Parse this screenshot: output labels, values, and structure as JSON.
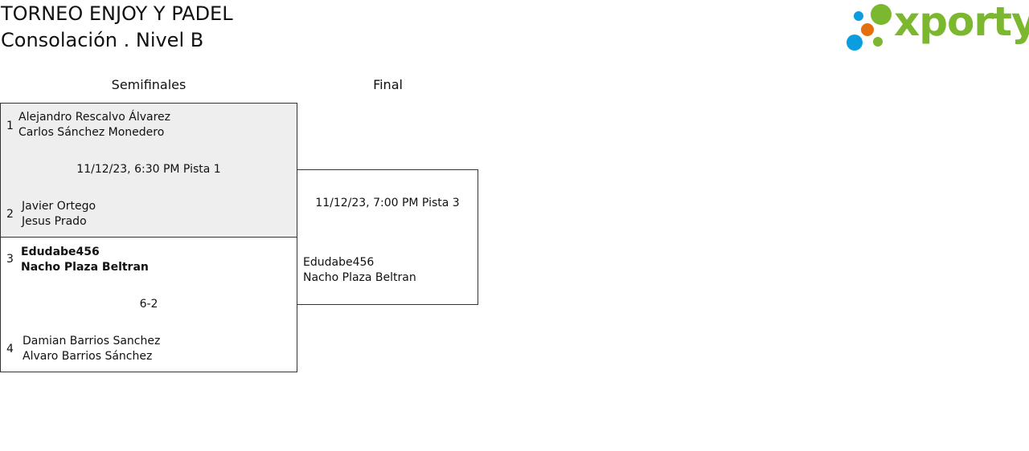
{
  "header": {
    "title": "TORNEO ENJOY Y PADEL",
    "subtitle": "Consolación . Nivel B"
  },
  "logo": {
    "text": "xporty",
    "colors": {
      "green": "#7cb82f",
      "blue": "#0a9ee0",
      "orange": "#e36f0e"
    }
  },
  "rounds": [
    "Semifinales",
    "Final"
  ],
  "semifinals": [
    {
      "info": "11/12/23, 6:30 PM Pista 1",
      "team1": {
        "seed": "1",
        "players": [
          "Alejandro Rescalvo Álvarez",
          "Carlos Sánchez Monedero"
        ]
      },
      "team2": {
        "seed": "2",
        "players": [
          "Javier Ortego",
          "Jesus Prado"
        ]
      }
    },
    {
      "info": "6-2",
      "team1": {
        "seed": "3",
        "players": [
          "Edudabe456",
          "Nacho Plaza Beltran"
        ],
        "winner": true
      },
      "team2": {
        "seed": "4",
        "players": [
          "Damian Barrios Sanchez",
          "Alvaro Barrios Sánchez"
        ]
      }
    }
  ],
  "final": {
    "info": "11/12/23, 7:00 PM Pista 3",
    "team2": {
      "players": [
        "Edudabe456",
        "Nacho Plaza Beltran"
      ]
    }
  }
}
